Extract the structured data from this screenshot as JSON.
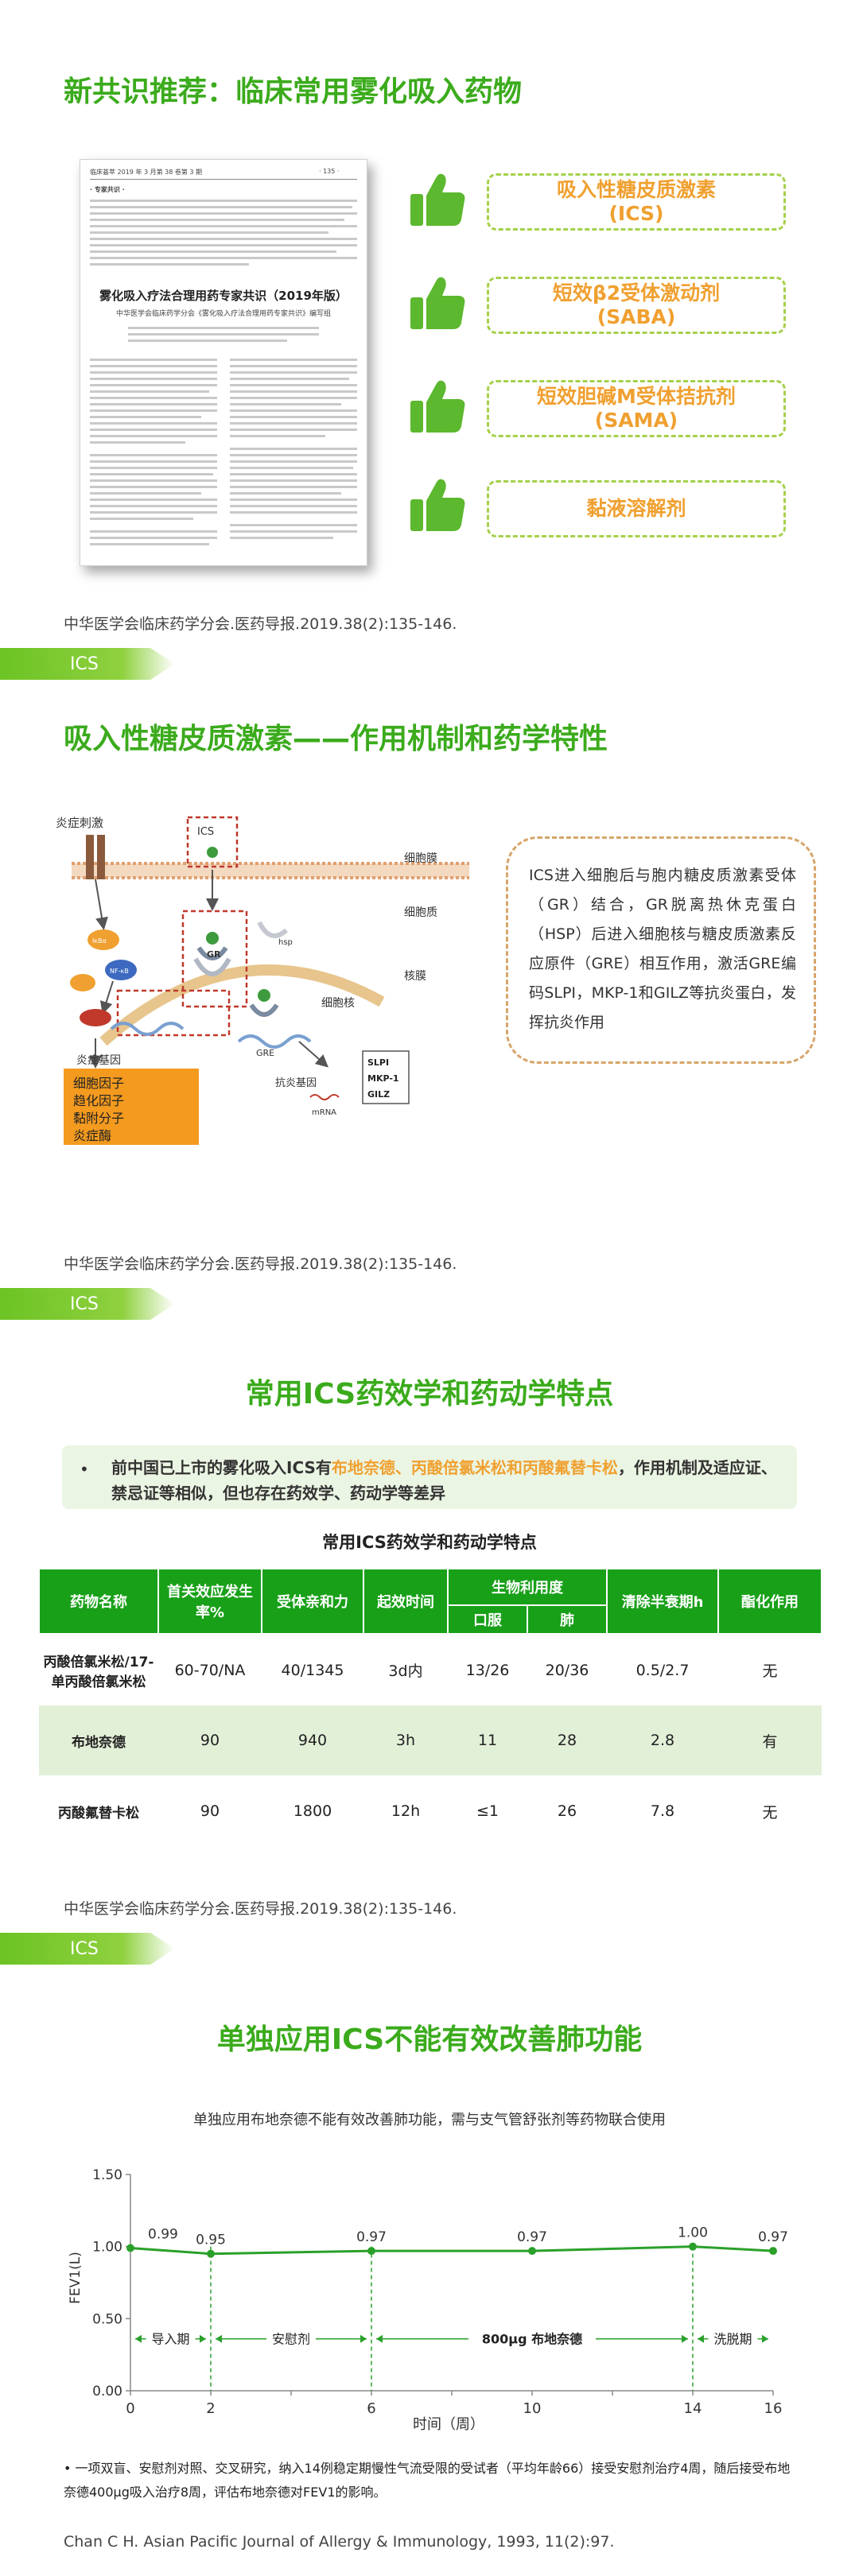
{
  "section1": {
    "title": "新共识推荐：临床常用雾化吸入药物",
    "paper": {
      "header": "临床荟萃 2019 年 3 月第 38 卷第 3 期",
      "page_no": "· 135 ·",
      "column": "· 专家共识 ·",
      "title": "雾化吸入疗法合理用药专家共识（2019年版）",
      "subtitle": "中华医学会临床药学分会《雾化吸入疗法合理用药专家共识》编写组"
    },
    "drugs": [
      {
        "line1": "吸入性糖皮质激素",
        "line2": "(ICS)"
      },
      {
        "line1": "短效β2受体激动剂",
        "line2": "(SABA)"
      },
      {
        "line1": "短效胆碱M受体拮抗剂",
        "line2": "(SAMA)"
      },
      {
        "line1": "黏液溶解剂",
        "line2": ""
      }
    ],
    "source": "中华医学会临床药学分会.医药导报.2019.38(2):135-146."
  },
  "tag": "ICS",
  "section2": {
    "title": "吸入性糖皮质激素——作用机制和药学特性",
    "diagram": {
      "stimulus": "炎症刺激",
      "ics": "ICS",
      "membrane": "细胞膜",
      "cytoplasm": "细胞质",
      "nuclear_membrane": "核膜",
      "nucleus": "细胞核",
      "gr": "GR",
      "hsp": "hsp",
      "gre": "GRE",
      "ikb": "IκBα",
      "nfkb": "NF-κB",
      "inflam_gene": "炎症基因",
      "anti_gene": "抗炎基因",
      "mrna": "mRNA",
      "products": [
        "细胞因子",
        "趋化因子",
        "黏附分子",
        "炎症酶"
      ],
      "anti_products": [
        "SLPI",
        "MKP-1",
        "GILZ"
      ]
    },
    "mechanism": "ICS进入细胞后与胞内糖皮质激素受体（GR）结合，GR脱离热休克蛋白（HSP）后进入细胞核与糖皮质激素反应原件（GRE）相互作用，激活GRE编码SLPI，MKP-1和GILZ等抗炎蛋白，发挥抗炎作用",
    "source": "中华医学会临床药学分会.医药导报.2019.38(2):135-146."
  },
  "section3": {
    "title": "常用ICS药效学和药动学特点",
    "bullet_pre": "前中国已上市的雾化吸入ICS有",
    "bullet_hl": "布地奈德、丙酸倍氯米松和丙酸氟替卡松",
    "bullet_post": "，作用机制及适应证、禁忌证等相似，但也存在药效学、药动学等差异",
    "table_title": "常用ICS药效学和药动学特点",
    "headers": {
      "name": "药物名称",
      "first_pass": "首关效应发生率%",
      "affinity": "受体亲和力",
      "onset": "起效时间",
      "bio": "生物利用度",
      "oral": "口服",
      "lung": "肺",
      "half_life": "清除半衰期h",
      "esterify": "酯化作用"
    },
    "rows": [
      {
        "name": "丙酸倍氯米松/17-单丙酸倍氯米松",
        "first_pass": "60-70/NA",
        "affinity": "40/1345",
        "onset": "3d内",
        "oral": "13/26",
        "lung": "20/36",
        "half_life": "0.5/2.7",
        "esterify": "无"
      },
      {
        "name": "布地奈德",
        "first_pass": "90",
        "affinity": "940",
        "onset": "3h",
        "oral": "11",
        "lung": "28",
        "half_life": "2.8",
        "esterify": "有"
      },
      {
        "name": "丙酸氟替卡松",
        "first_pass": "90",
        "affinity": "1800",
        "onset": "12h",
        "oral": "≤1",
        "lung": "26",
        "half_life": "7.8",
        "esterify": "无"
      }
    ],
    "source": "中华医学会临床药学分会.医药导报.2019.38(2):135-146."
  },
  "section4": {
    "title": "单独应用ICS不能有效改善肺功能",
    "subtitle": "单独应用布地奈德不能有效改善肺功能，需与支气管舒张剂等药物联合使用",
    "note": "一项双盲、安慰剂对照、交叉研究，纳入14例稳定期慢性气流受限的受试者（平均年龄66）接受安慰剂治疗4周，随后接受布地奈德400μg吸入治疗8周，评估布地奈德对FEV1的影响。",
    "source": "Chan C H. Asian Pacific Journal of Allergy & Immunology, 1993, 11(2):97."
  },
  "chart_data": {
    "type": "line",
    "x": [
      0,
      2,
      6,
      10,
      14,
      16
    ],
    "values": [
      0.99,
      0.95,
      0.97,
      0.97,
      1.0,
      0.97
    ],
    "data_labels": [
      "0.99",
      "0.95",
      "0.97",
      "0.97",
      "1.00",
      "0.97"
    ],
    "xlabel": "时间（周）",
    "ylabel": "FEV1(L)",
    "xticks": [
      0,
      2,
      4,
      6,
      8,
      10,
      12,
      14,
      16
    ],
    "yticks": [
      0.0,
      0.5,
      1.0,
      1.5
    ],
    "ytick_labels": [
      "0.00",
      "0.50",
      "1.00",
      "1.50"
    ],
    "xlim": [
      0,
      16
    ],
    "ylim": [
      0,
      1.5
    ],
    "color": "#2aa02a",
    "phases": [
      {
        "label": "导入期",
        "from": 0,
        "to": 2
      },
      {
        "label": "安慰剂",
        "from": 2,
        "to": 6
      },
      {
        "label": "800μg 布地奈德",
        "from": 6,
        "to": 14
      },
      {
        "label": "洗脱期",
        "from": 14,
        "to": 16
      }
    ]
  },
  "colors": {
    "green_title": "#3bab1c",
    "orange": "#f0a030",
    "table_green": "#19a019"
  }
}
